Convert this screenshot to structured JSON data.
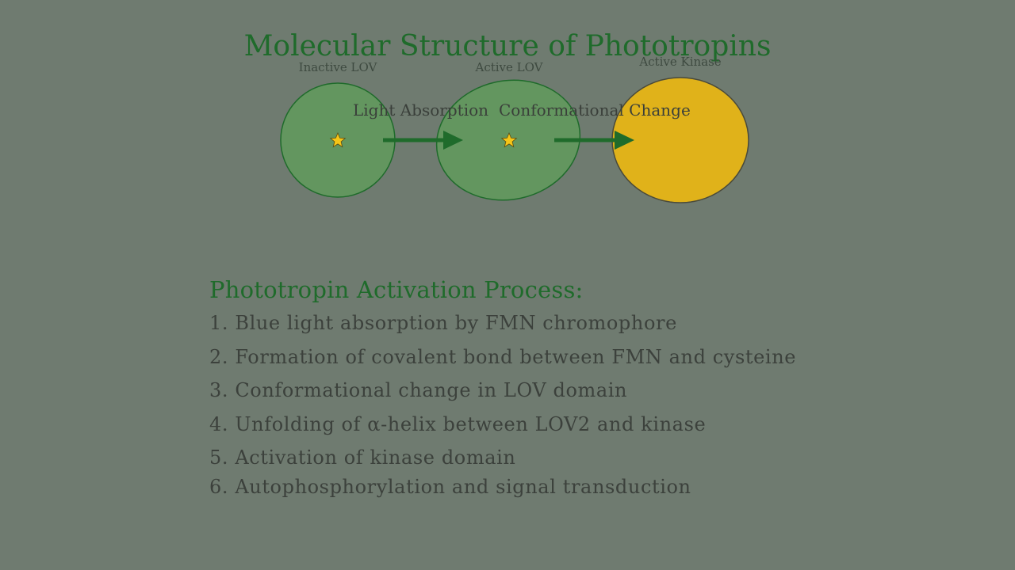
{
  "title": "Molecular Structure of Phototropins",
  "nodes": [
    {
      "label": "Inactive LOV",
      "fill": "#63965f",
      "stroke": "#1f6b2b",
      "has_star": true
    },
    {
      "label": "Active LOV",
      "fill": "#63965f",
      "stroke": "#1f6b2b",
      "has_star": true
    },
    {
      "label": "Active Kinase",
      "fill": "#e0b21a",
      "stroke": "#4a4a3a",
      "has_star": false
    }
  ],
  "arrows": [
    {
      "label": "Light Absorption",
      "color": "#1f6b2b"
    },
    {
      "label": "Conformational Change",
      "color": "#1f6b2b"
    }
  ],
  "star_color": "#f5c518",
  "process": {
    "heading": "Phototropin Activation Process:",
    "steps": [
      "1. Blue light absorption by FMN chromophore",
      "2. Formation of covalent bond between FMN and cysteine",
      "3. Conformational change in LOV domain",
      "4. Unfolding of α-helix between LOV2 and kinase",
      "5. Activation of kinase domain",
      "6. Autophosphorylation and signal transduction"
    ]
  },
  "colors": {
    "background": "#6f7b70",
    "accent": "#1f6b2b",
    "text": "#3c413c"
  }
}
